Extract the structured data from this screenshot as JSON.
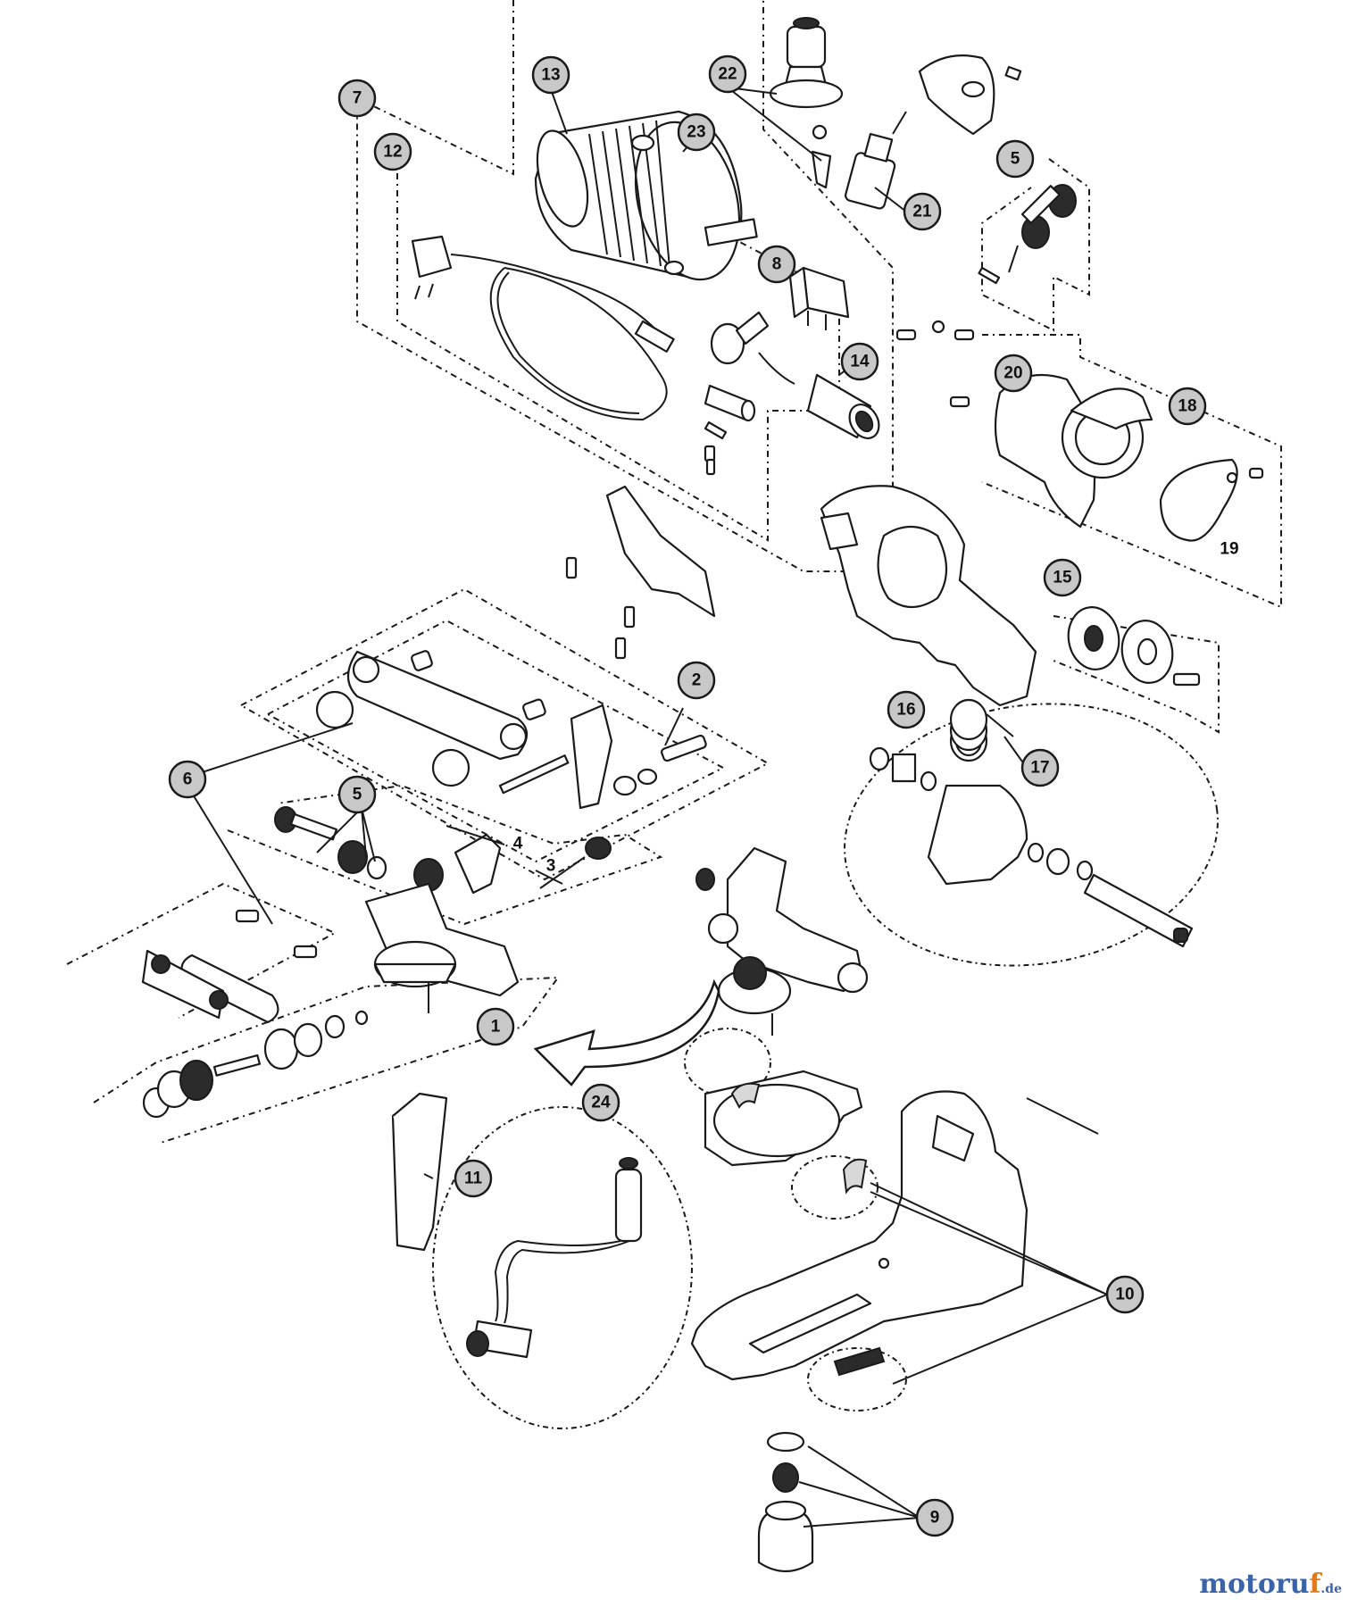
{
  "callouts": [
    {
      "id": "c1",
      "label": "1"
    },
    {
      "id": "c2",
      "label": "2"
    },
    {
      "id": "c5a",
      "label": "5"
    },
    {
      "id": "c5b",
      "label": "5"
    },
    {
      "id": "c6",
      "label": "6"
    },
    {
      "id": "c7",
      "label": "7"
    },
    {
      "id": "c8",
      "label": "8"
    },
    {
      "id": "c9",
      "label": "9"
    },
    {
      "id": "c10",
      "label": "10"
    },
    {
      "id": "c11",
      "label": "11"
    },
    {
      "id": "c12",
      "label": "12"
    },
    {
      "id": "c13",
      "label": "13"
    },
    {
      "id": "c14",
      "label": "14"
    },
    {
      "id": "c15",
      "label": "15"
    },
    {
      "id": "c16",
      "label": "16"
    },
    {
      "id": "c17",
      "label": "17"
    },
    {
      "id": "c18",
      "label": "18"
    },
    {
      "id": "c20",
      "label": "20"
    },
    {
      "id": "c21",
      "label": "21"
    },
    {
      "id": "c22",
      "label": "22"
    },
    {
      "id": "c23",
      "label": "23"
    },
    {
      "id": "c24",
      "label": "24"
    }
  ],
  "plain_labels": [
    {
      "id": "p3",
      "label": "3"
    },
    {
      "id": "p4",
      "label": "4"
    },
    {
      "id": "p19",
      "label": "19"
    }
  ],
  "watermark": {
    "main": "motoru",
    "accent": "f",
    "tld": ".de"
  },
  "colors": {
    "callout_fill": "#c8c8c8",
    "line": "#1a1a1a",
    "watermark_blue": "#3a63a8",
    "watermark_orange": "#e07a1e"
  }
}
